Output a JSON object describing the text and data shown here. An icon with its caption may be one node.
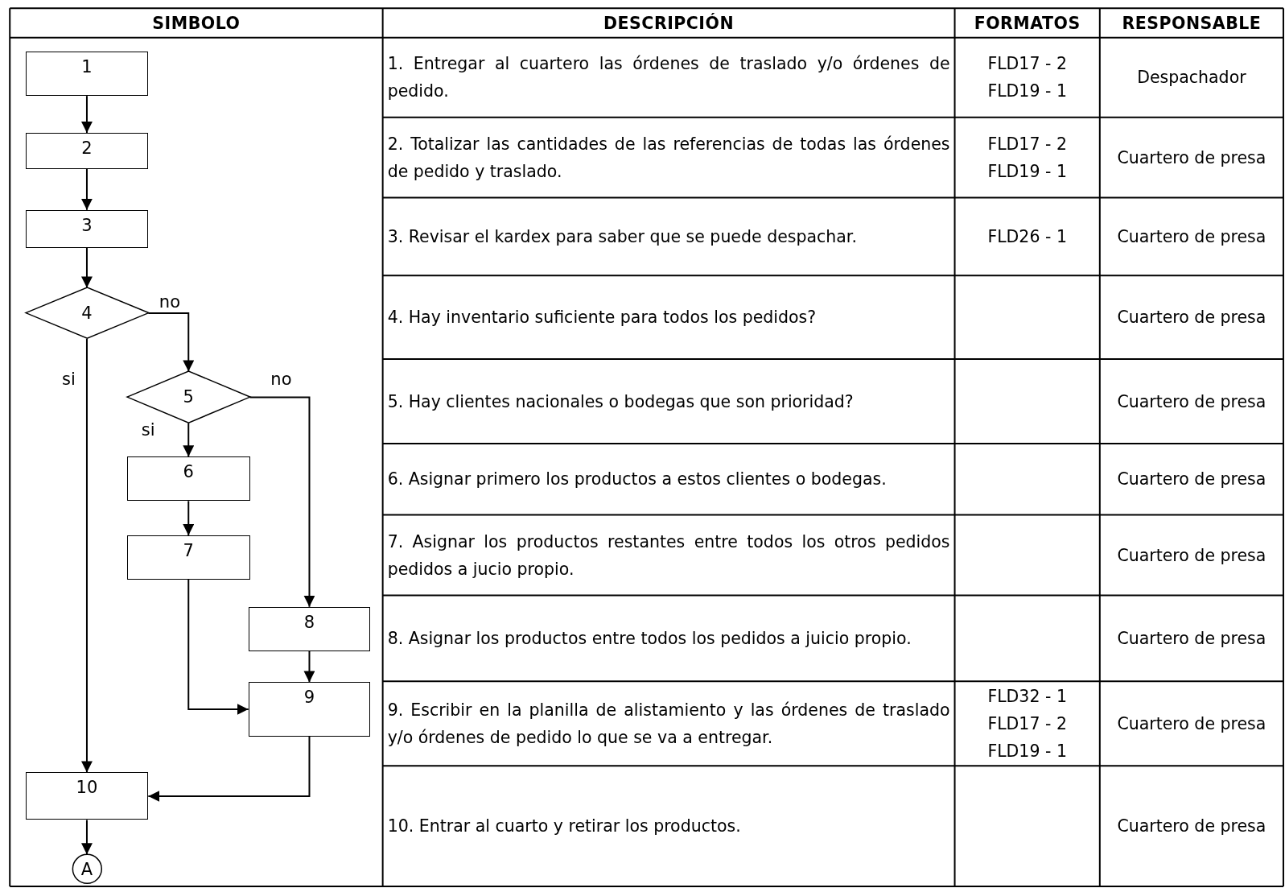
{
  "diagram": {
    "nodes": [
      {
        "text": [
          "1"
        ]
      },
      {
        "text": [
          "2"
        ]
      },
      {
        "text": [
          "3"
        ]
      },
      {
        "text": [
          "4"
        ]
      },
      {
        "text": [
          "5"
        ]
      },
      {
        "text": [
          "6"
        ]
      },
      {
        "text": [
          "7"
        ]
      },
      {
        "text": [
          "8"
        ]
      },
      {
        "text": [
          "9"
        ]
      },
      {
        "text": [
          "10"
        ]
      },
      {
        "text": [
          "A"
        ]
      }
    ],
    "edges": [
      {
        "from": 0,
        "to": 1,
        "arrow": "to"
      },
      {
        "from": 1,
        "to": 2,
        "arrow": "to"
      },
      {
        "from": 2,
        "to": 3,
        "arrow": "to"
      },
      {
        "from": 3,
        "to": 4,
        "arrow": "to",
        "label": "no"
      },
      {
        "from": 3,
        "to": 9,
        "arrow": "to",
        "label": "si"
      },
      {
        "from": 4,
        "to": 5,
        "arrow": "to",
        "label": "si"
      },
      {
        "from": 4,
        "to": 7,
        "arrow": "to",
        "label": "no"
      },
      {
        "from": 5,
        "to": 6,
        "arrow": "to"
      },
      {
        "from": 6,
        "to": 8,
        "arrow": "to"
      },
      {
        "from": 7,
        "to": 8,
        "arrow": "to"
      },
      {
        "from": 8,
        "to": 9,
        "arrow": "to"
      },
      {
        "from": 9,
        "to": 10,
        "arrow": "to"
      }
    ],
    "labels": [
      "SIMBOLO",
      "DESCRIPCIÓN",
      "FORMATOS",
      "RESPONSABLE",
      "1. Entregar al cuartero las órdenes de traslado y/o órdenes de pedido.",
      "FLD17 - 2",
      "FLD19 - 1",
      "Despachador",
      "2. Totalizar las cantidades de las referencias de todas las órdenes de pedido y traslado.",
      "FLD17 - 2",
      "FLD19 - 1",
      "Cuartero de presa",
      "3. Revisar el kardex para saber que se puede despachar.",
      "FLD26 - 1",
      "Cuartero de presa",
      "4. Hay inventario suficiente para todos los pedidos?",
      "Cuartero de presa",
      "5. Hay clientes nacionales o bodegas que son prioridad?",
      "Cuartero de presa",
      "6. Asignar primero los productos a estos clientes o bodegas.",
      "Cuartero de presa",
      "7. Asignar los productos restantes entre todos los otros pedidos pedidos a jucio propio.",
      "Cuartero de presa",
      "8. Asignar los productos entre todos los pedidos a juicio propio.",
      "Cuartero de presa",
      "9. Escribir en la planilla de alistamiento y las órdenes de traslado y/o órdenes de pedido lo que se va a entregar.",
      "FLD32 - 1",
      "FLD17 - 2",
      "FLD19 - 1",
      "Cuartero de presa",
      "10. Entrar al cuarto y retirar los productos.",
      "Cuartero de presa"
    ]
  }
}
